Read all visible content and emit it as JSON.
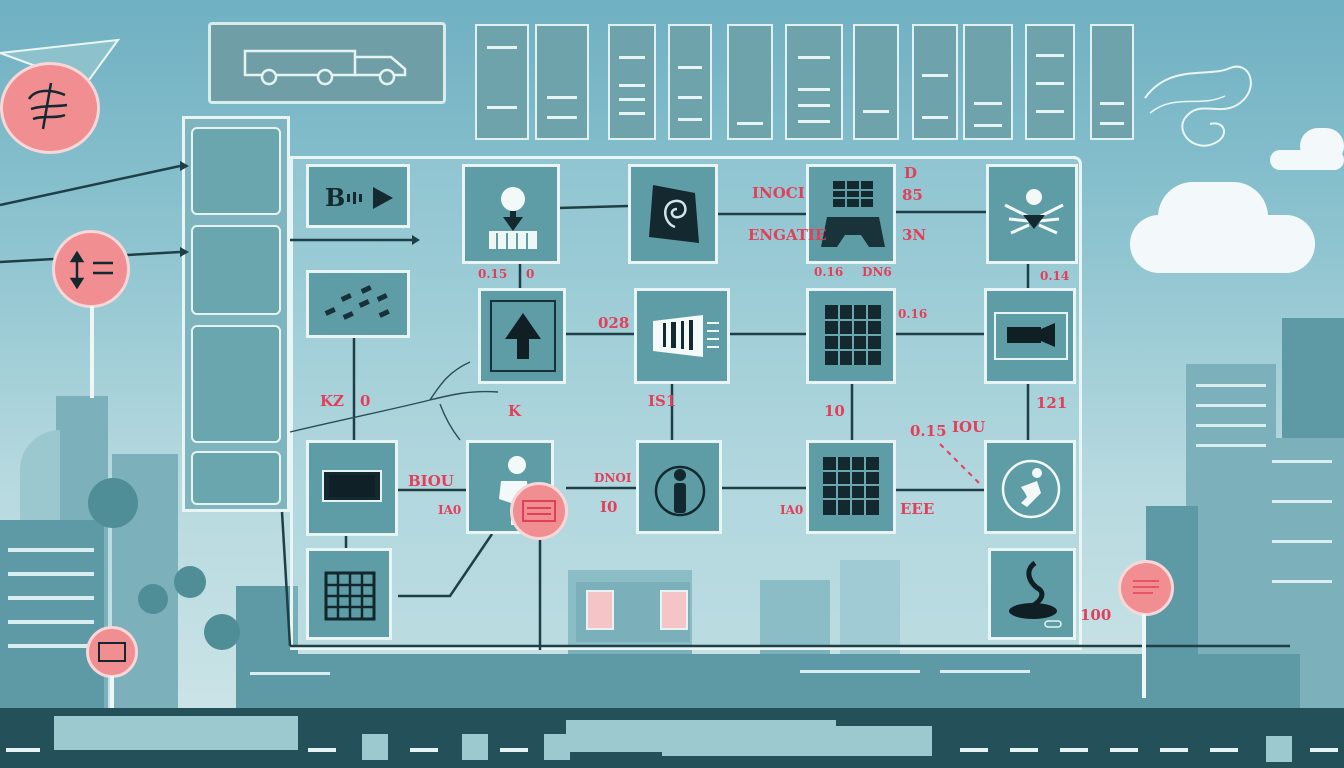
{
  "header_sign": {
    "icon": "truck-icon"
  },
  "pins": [
    {
      "icon": "pencil-icon"
    },
    {
      "icon": "up-down-arrow-icon"
    },
    {
      "icon": "document-icon"
    },
    {
      "icon": "screen-icon"
    },
    {
      "icon": "billboard-icon"
    }
  ],
  "board_left_tiles": [
    {
      "icon": "play-button-icon",
      "text": "B"
    },
    {
      "icon": "scattered-dots-icon"
    },
    {
      "icon": "monitor-icon"
    },
    {
      "icon": "building-grid-icon"
    }
  ],
  "grid_tiles": [
    {
      "icon": "person-podium-icon"
    },
    {
      "icon": "spiral-document-icon"
    },
    {
      "icon": "gamepad-icon"
    },
    {
      "icon": "bird-icon"
    },
    {
      "icon": "up-arrow-icon"
    },
    {
      "icon": "barcode-icon"
    },
    {
      "icon": "grid-icon"
    },
    {
      "icon": "camera-icon"
    },
    {
      "icon": "person-icon"
    },
    {
      "icon": "user-circle-icon"
    },
    {
      "icon": "grid-icon"
    },
    {
      "icon": "runner-icon"
    },
    {
      "icon": "signpost-icon"
    }
  ],
  "labels": {
    "l1": "INOCI",
    "l2": "ENGATIE",
    "l3": "D",
    "l4": "85",
    "l5": "3N",
    "l6": "0.15",
    "l7": "0",
    "l8": "0.16",
    "l9": "DN6",
    "l10": "0.14",
    "l11": "028",
    "l12": "0.16",
    "l13": "KZ",
    "l14": "0",
    "l15": "K",
    "l16": "IS1",
    "l17": "10",
    "l18": "121",
    "l19": "0.15",
    "l20": "IOU",
    "l21": "BIOU",
    "l22": "IA0",
    "l23": "DNOI",
    "l24": "I0",
    "l25": "IA0",
    "l26": "EEE",
    "l27": "100"
  },
  "colors": {
    "sky": "#6fb0c2",
    "tile": "#5f9da6",
    "frame": "#e9f5f4",
    "accent_red": "#e2405a",
    "pin_pink": "#f08e92",
    "road": "#24505a"
  }
}
